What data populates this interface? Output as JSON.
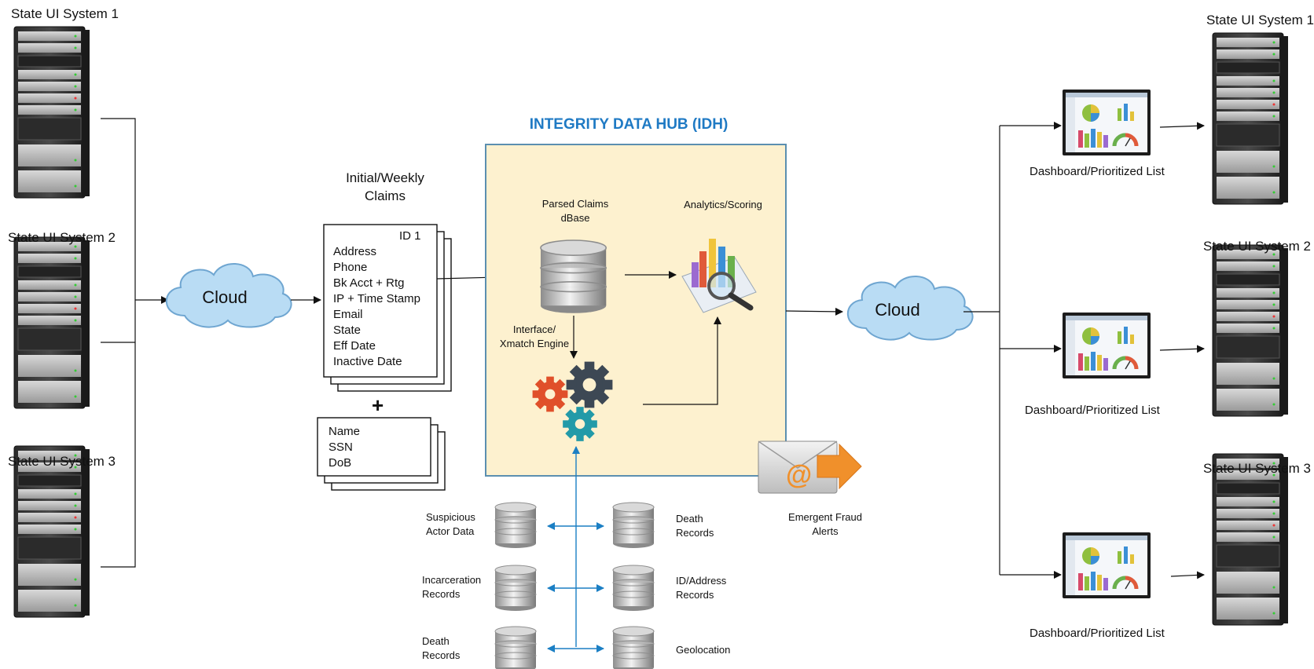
{
  "hub": {
    "title": "INTEGRITY DATA HUB (IDH)"
  },
  "left_systems": [
    {
      "label": "State UI System 1"
    },
    {
      "label": "State UI System 2"
    },
    {
      "label": "State UI System 3"
    }
  ],
  "right_systems": [
    {
      "label": "State UI System 1"
    },
    {
      "label": "State UI System 2"
    },
    {
      "label": "State UI System 3"
    }
  ],
  "clouds": {
    "left": "Cloud",
    "right": "Cloud"
  },
  "claims": {
    "heading": "Initial/Weekly\nClaims",
    "heading_line1": "Initial/Weekly",
    "heading_line2": "Claims",
    "id_label": "ID 1",
    "fields": [
      "Address",
      "Phone",
      "Bk Acct + Rtg",
      "IP + Time Stamp",
      "Email",
      "State",
      "Eff Date",
      "Inactive Date"
    ],
    "plus": "+",
    "identity_fields": [
      "Name",
      "SSN",
      "DoB"
    ]
  },
  "hub_parts": {
    "db_label_line1": "Parsed Claims",
    "db_label_line2": "dBase",
    "analytics_label": "Analytics/Scoring",
    "engine_label_line1": "Interface/",
    "engine_label_line2": "Xmatch Engine"
  },
  "alerts": {
    "line1": "Emergent Fraud",
    "line2": "Alerts"
  },
  "sources": {
    "left": [
      {
        "line1": "Suspicious",
        "line2": "Actor Data"
      },
      {
        "line1": "Incarceration",
        "line2": "Records"
      },
      {
        "line1": "Death",
        "line2": "Records"
      }
    ],
    "right": [
      {
        "line1": "Death",
        "line2": "Records"
      },
      {
        "line1": "ID/Address",
        "line2": "Records"
      },
      {
        "line1": "Geolocation",
        "line2": ""
      }
    ]
  },
  "dashboards": [
    {
      "label": "Dashboard/Prioritized List"
    },
    {
      "label": "Dashboard/Prioritized List"
    },
    {
      "label": "Dashboard/Prioritized List"
    }
  ],
  "colors": {
    "hub_fill": "#fdf1cf",
    "hub_border": "#5b8fb0",
    "title_blue": "#1f7ac4",
    "cloud_fill": "#b9dcf4",
    "cloud_stroke": "#6fa6d1",
    "arrow_blue": "#1b7fc4",
    "gear_red": "#e0502a",
    "gear_dark": "#3d4854",
    "gear_teal": "#229aa8",
    "envelope_arrow": "#f0902b"
  },
  "icons": {
    "server": "server-rack-icon",
    "cloud": "cloud-icon",
    "database": "database-icon",
    "analytics": "analytics-chart-icon",
    "gears": "gears-icon",
    "email": "email-alert-icon",
    "dashboard": "dashboard-screen-icon"
  }
}
